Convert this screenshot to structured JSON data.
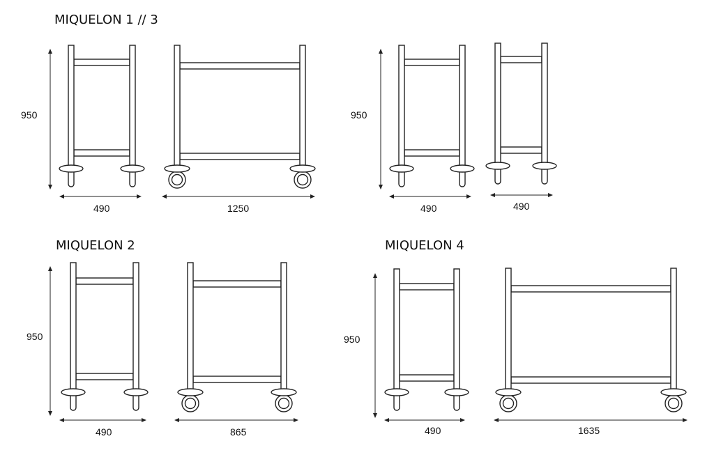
{
  "groups": [
    {
      "title": "MIQUELON 1 // 3",
      "height_label": "950",
      "side_width": "490",
      "front_width": "1250"
    },
    {
      "height_label": "950",
      "side_width": "490",
      "side2_width": "490"
    },
    {
      "title": "MIQUELON 2",
      "height_label": "950",
      "side_width": "490",
      "front_width": "865"
    },
    {
      "title": "MIQUELON 4",
      "height_label": "950",
      "side_width": "490",
      "front_width": "1635"
    }
  ],
  "colors": {
    "line": "#222222",
    "background": "#ffffff"
  }
}
